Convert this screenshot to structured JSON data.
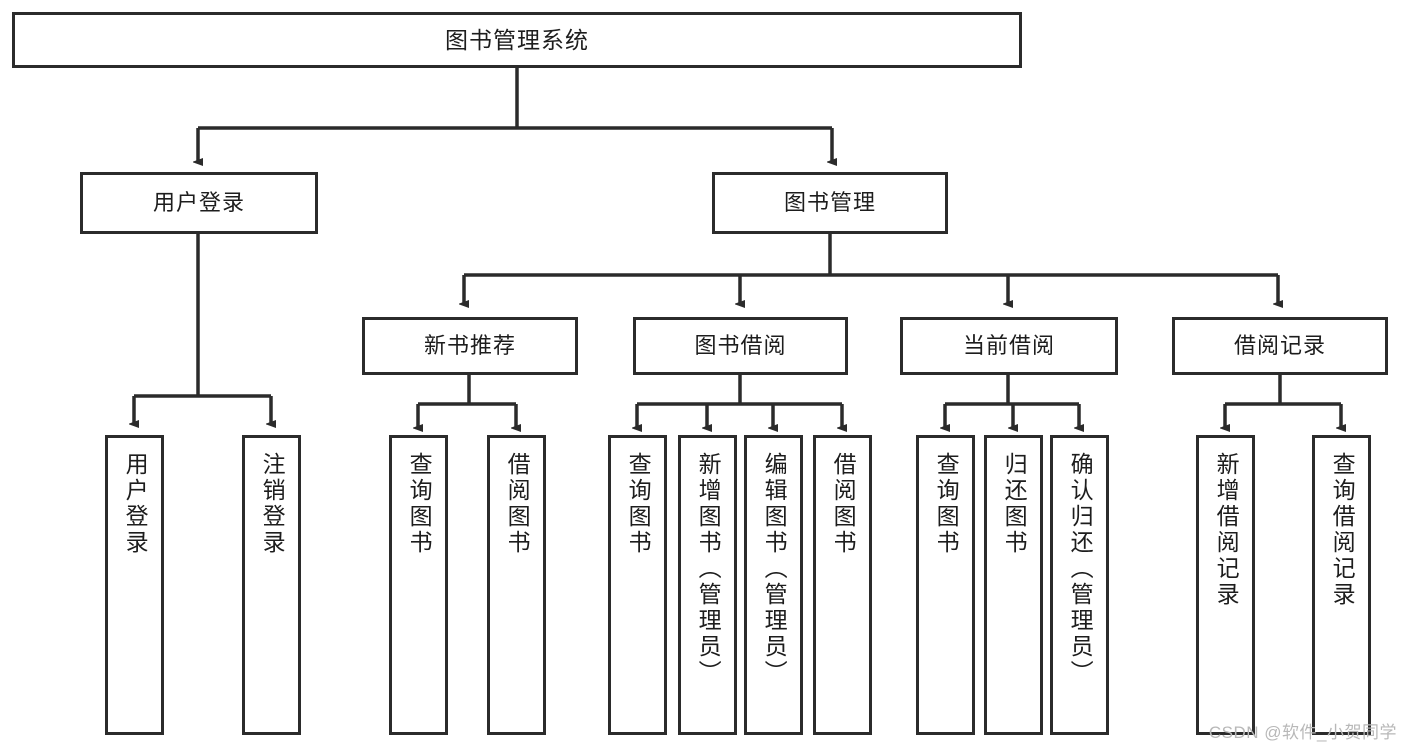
{
  "diagram": {
    "type": "hierarchy-tree",
    "title": "图书管理系统",
    "watermark": "CSDN @软件_小贺同学",
    "line_color": "#2b2b2b",
    "box_fill": "#ffffff",
    "text_color": "#1d1d1d"
  },
  "nodes": {
    "root": {
      "label": "图书管理系统"
    },
    "level2": [
      {
        "label": "用户登录"
      },
      {
        "label": "图书管理"
      }
    ],
    "level3": [
      {
        "label": "新书推荐"
      },
      {
        "label": "图书借阅"
      },
      {
        "label": "当前借阅"
      },
      {
        "label": "借阅记录"
      }
    ],
    "leaves": {
      "user_login": [
        {
          "label": "用户登录"
        },
        {
          "label": "注销登录"
        }
      ],
      "new_book": [
        {
          "label": "查询图书"
        },
        {
          "label": "借阅图书"
        }
      ],
      "book_borrow": [
        {
          "label": "查询图书"
        },
        {
          "label": "新增图书（管理员）"
        },
        {
          "label": "编辑图书（管理员）"
        },
        {
          "label": "借阅图书"
        }
      ],
      "current_borrow": [
        {
          "label": "查询图书"
        },
        {
          "label": "归还图书"
        },
        {
          "label": "确认归还（管理员）"
        }
      ],
      "borrow_record": [
        {
          "label": "新增借阅记录"
        },
        {
          "label": "查询借阅记录"
        }
      ]
    }
  }
}
